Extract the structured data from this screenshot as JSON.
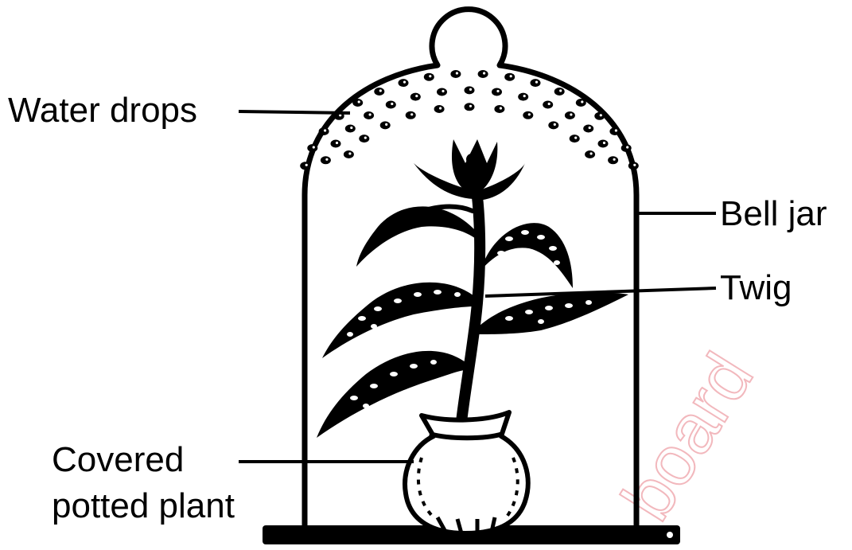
{
  "labels": {
    "water_drops": "Water drops",
    "bell_jar": "Bell jar",
    "twig": "Twig",
    "covered_line1": "Covered",
    "covered_line2": "potted plant"
  },
  "watermark": "board",
  "colors": {
    "ink": "#000000",
    "background": "#ffffff",
    "watermark": "#f2b8bd"
  }
}
